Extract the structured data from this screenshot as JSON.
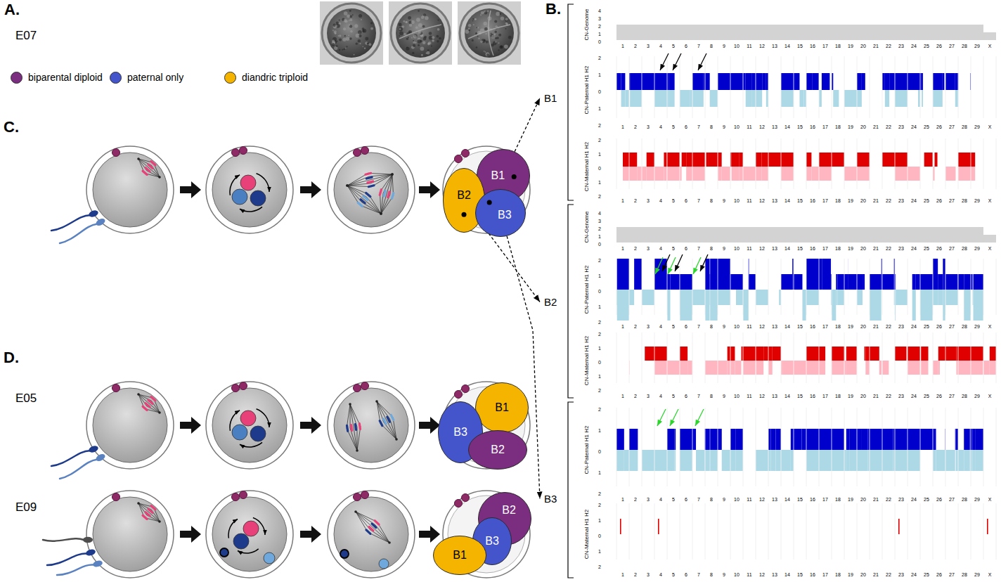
{
  "diagram": {
    "nodes": [
      {
        "text": [
          "B1"
        ]
      },
      {
        "text": [
          "B2"
        ]
      },
      {
        "text": [
          "B3"
        ]
      },
      {
        "text": [
          "B1"
        ]
      },
      {
        "text": [
          "B3"
        ]
      },
      {
        "text": [
          "B2"
        ]
      },
      {
        "text": [
          "B2"
        ]
      },
      {
        "text": [
          "B3"
        ]
      },
      {
        "text": [
          "B1"
        ]
      },
      {
        "text": [
          "B1"
        ]
      },
      {
        "text": [
          "B2"
        ]
      },
      {
        "text": [
          "B3"
        ]
      }
    ],
    "edges": [
      {
        "from": 0,
        "to": 9,
        "arrow": "to"
      },
      {
        "from": 1,
        "to": 10,
        "arrow": "to"
      },
      {
        "from": 2,
        "to": 11,
        "arrow": "to"
      }
    ],
    "labels": [
      "A.",
      "E07",
      "B.",
      "C.",
      "D.",
      "E05",
      "E09",
      "CN-Genome",
      "4",
      "3",
      "2",
      "1",
      "0",
      "1",
      "2",
      "3",
      "4",
      "5",
      "6",
      "7",
      "8",
      "9",
      "10",
      "11",
      "12",
      "13",
      "14",
      "15",
      "16",
      "17",
      "18",
      "19",
      "20",
      "21",
      "22",
      "23",
      "24",
      "25",
      "26",
      "27",
      "28",
      "29",
      "X",
      "CN-Paternal H1 H2",
      "2",
      "1",
      "0",
      "1",
      "2",
      "1",
      "2",
      "3",
      "4",
      "5",
      "6",
      "7",
      "8",
      "9",
      "10",
      "11",
      "12",
      "13",
      "14",
      "15",
      "16",
      "17",
      "18",
      "19",
      "20",
      "21",
      "22",
      "23",
      "24",
      "25",
      "26",
      "27",
      "28",
      "29",
      "X",
      "CN-Maternal H1 H2",
      "2",
      "1",
      "0",
      "1",
      "2",
      "1",
      "2",
      "3",
      "4",
      "5",
      "6",
      "7",
      "8",
      "9",
      "10",
      "11",
      "12",
      "13",
      "14",
      "15",
      "16",
      "17",
      "18",
      "19",
      "20",
      "21",
      "22",
      "23",
      "24",
      "25",
      "26",
      "27",
      "28",
      "29",
      "X",
      "CN-Genome",
      "4",
      "3",
      "2",
      "1",
      "0",
      "1",
      "2",
      "3",
      "4",
      "5",
      "6",
      "7",
      "8",
      "9",
      "10",
      "11",
      "12",
      "13",
      "14",
      "15",
      "16",
      "17",
      "18",
      "19",
      "20",
      "21",
      "22",
      "23",
      "24",
      "25",
      "26",
      "27",
      "28",
      "29",
      "X",
      "CN-Paternal H1 H2",
      "2",
      "1",
      "0",
      "1",
      "2",
      "1",
      "2",
      "3",
      "4",
      "5",
      "6",
      "7",
      "8",
      "9",
      "10",
      "11",
      "12",
      "13",
      "14",
      "15",
      "16",
      "17",
      "18",
      "19",
      "20",
      "21",
      "22",
      "23",
      "24",
      "25",
      "26",
      "27",
      "28",
      "29",
      "X",
      "CN-Maternal H1 H2",
      "2",
      "1",
      "0",
      "1",
      "2",
      "1",
      "2",
      "3",
      "4",
      "5",
      "6",
      "7",
      "8",
      "9",
      "10",
      "11",
      "12",
      "13",
      "14",
      "15",
      "16",
      "17",
      "18",
      "19",
      "20",
      "21",
      "22",
      "23",
      "24",
      "25",
      "26",
      "27",
      "28",
      "29",
      "X",
      "CN-Paternal H1 H2",
      "2",
      "1",
      "0",
      "1",
      "2",
      "1",
      "2",
      "3",
      "4",
      "5",
      "6",
      "7",
      "8",
      "9",
      "10",
      "11",
      "12",
      "13",
      "14",
      "15",
      "16",
      "17",
      "18",
      "19",
      "20",
      "21",
      "22",
      "23",
      "24",
      "25",
      "26",
      "27",
      "28",
      "29",
      "X",
      "CN-Maternal H1 H2",
      "2",
      "1",
      "0",
      "1",
      "2",
      "1",
      "2",
      "3",
      "4",
      "5",
      "6",
      "7",
      "8",
      "9",
      "10",
      "11",
      "12",
      "13",
      "14",
      "15",
      "16",
      "17",
      "18",
      "19",
      "20",
      "21",
      "22",
      "23",
      "24",
      "25",
      "26",
      "27",
      "28",
      "29",
      "X"
    ],
    "legend": [
      {
        "text": "biparental diploid",
        "color": "#7b2d7f"
      },
      {
        "text": "paternal only",
        "color": "#4455cc"
      },
      {
        "text": "diandric triploid",
        "color": "#f4b400"
      }
    ]
  }
}
